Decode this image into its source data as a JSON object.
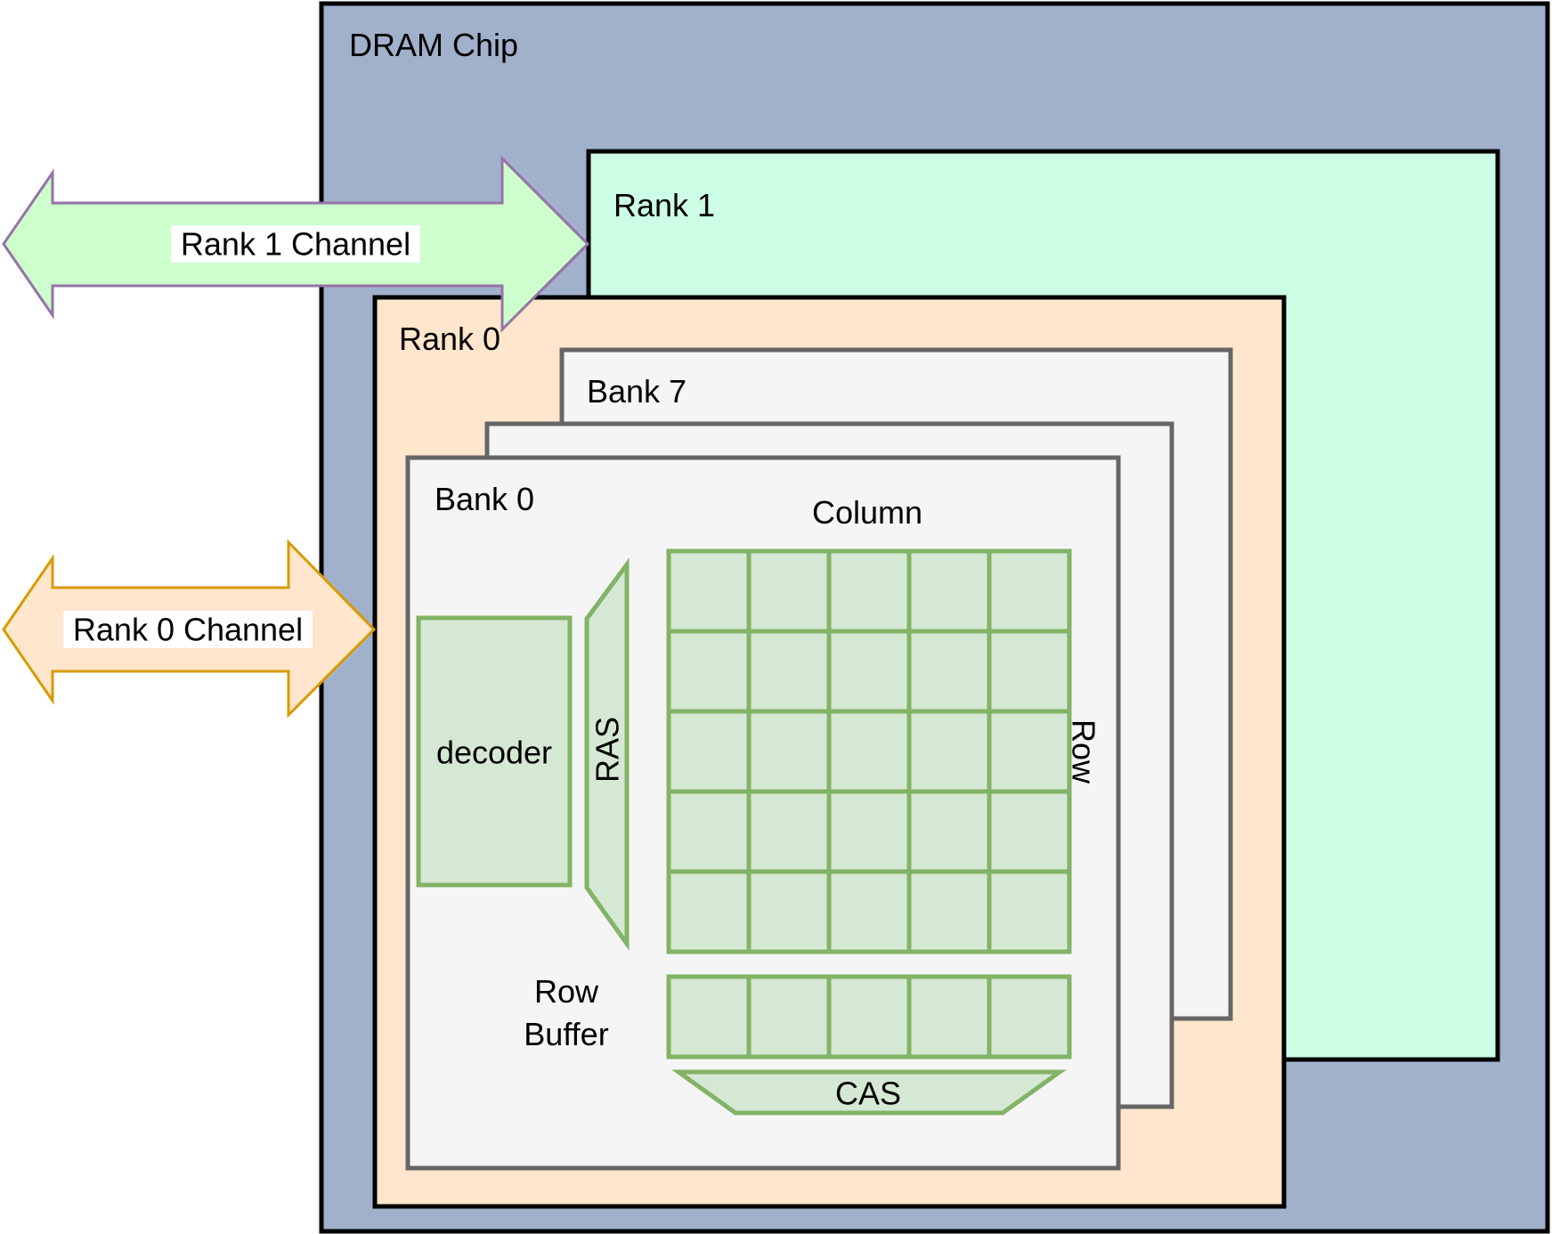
{
  "diagram": {
    "chip_label": "DRAM Chip",
    "rank1_label": "Rank 1",
    "rank0_label": "Rank 0",
    "bank7_label": "Bank 7",
    "bank0_label": "Bank 0",
    "column_label": "Column",
    "row_label": "Row",
    "decoder_label": "decoder",
    "ras_label": "RAS",
    "row_buffer_label_line1": "Row",
    "row_buffer_label_line2": "Buffer",
    "cas_label": "CAS",
    "rank1_channel_label": "Rank 1 Channel",
    "rank0_channel_label": "Rank 0 Channel"
  },
  "cell_array": {
    "rows": 5,
    "columns": 5
  },
  "row_buffer": {
    "cells": 5
  },
  "colors": {
    "chip_fill": "#a1b1cb",
    "rank1_fill": "#ccffe6",
    "rank0_fill": "#ffe6cc",
    "bank_fill": "#f5f5f5",
    "bank_stroke": "#666666",
    "green_fill": "#d5e8d4",
    "green_stroke": "#82b366",
    "rank1_arrow_fill": "#ccffcc",
    "rank1_arrow_stroke": "#9673a6",
    "rank0_arrow_fill": "#ffe6cc",
    "rank0_arrow_stroke": "#d79b00"
  }
}
